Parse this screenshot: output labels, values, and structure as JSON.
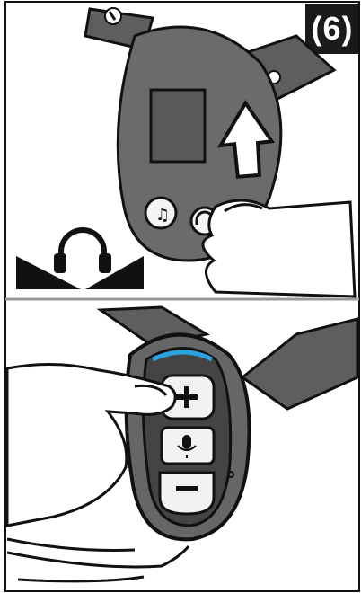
{
  "step": {
    "label": "(6)"
  },
  "panels": [
    {
      "id": "top",
      "description_icon": "headphone-pairing-icon"
    },
    {
      "id": "bottom",
      "description_icon": "volume-up-press"
    }
  ],
  "colors": {
    "device_body": "#606060",
    "device_dark": "#333333",
    "ink": "#111111",
    "accent_led": "#2aa3e0",
    "arrow_fill": "#ffffff"
  },
  "icons": {
    "top_left_button": "music-note-icon",
    "top_right_button": "headphone-icon",
    "strap_top_left_glyph": "phone-icon",
    "strap_top_right_glyph": "refresh-icon",
    "middle_button": "microphone-icon",
    "upper_button": "plus-icon",
    "lower_button": "minus-icon"
  }
}
